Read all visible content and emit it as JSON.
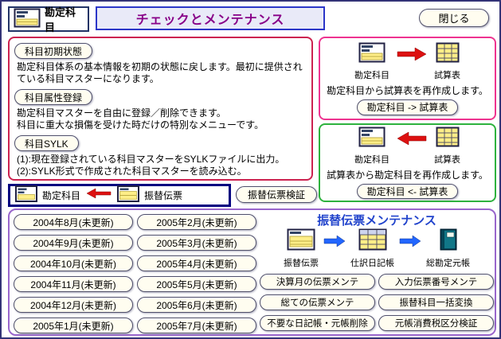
{
  "colors": {
    "accent_red_arrow": "#dd1111",
    "accent_blue_arrow": "#2266ff",
    "panel_crimson": "#cc2250",
    "panel_pink": "#ee3390",
    "panel_green": "#2eb23e",
    "panel_navy": "#000080",
    "panel_purple": "#9966cc",
    "title_text": "#880088",
    "slip_title_text": "#2244cc",
    "button_fill": "#fffdf0"
  },
  "header": {
    "account_box": "勘定科目",
    "title": "チェックとメンテナンス",
    "close": "閉じる"
  },
  "account_maintenance": {
    "sections": [
      {
        "button": "科目初期状態",
        "desc": "勘定科目体系の基本情報を初期の状態に戻します。最初に提供されている科目マスターになります。"
      },
      {
        "button": "科目属性登録",
        "desc": "勘定科目マスターを自由に登録／削除できます。\n科目に重大な損傷を受けた時だけの特別なメニューです。"
      },
      {
        "button": "科目SYLK",
        "desc": "(1):現在登録されている科目マスターをSYLKファイルに出力。\n(2):SYLK形式で作成された科目マスターを読み込む。"
      }
    ]
  },
  "account_to_trial": {
    "source": "勘定科目",
    "target": "試算表",
    "caption": "勘定科目から試算表を再作成します。",
    "button": "勘定科目 -> 試算表"
  },
  "trial_to_account": {
    "source": "勘定科目",
    "target": "試算表",
    "caption": "試算表から勘定科目を再作成します。",
    "button": "勘定科目 <- 試算表"
  },
  "slip_verify": {
    "account": "勘定科目",
    "slip": "振替伝票",
    "button": "振替伝票検証"
  },
  "slip_maintenance": {
    "title": "振替伝票メンテナンス",
    "months_col1": [
      "2004年8月(未更新)",
      "2004年9月(未更新)",
      "2004年10月(未更新)",
      "2004年11月(未更新)",
      "2004年12月(未更新)",
      "2005年1月(未更新)"
    ],
    "months_col2": [
      "2005年2月(未更新)",
      "2005年3月(未更新)",
      "2005年4月(未更新)",
      "2005年5月(未更新)",
      "2005年6月(未更新)",
      "2005年7月(未更新)"
    ],
    "flow": {
      "slip": "振替伝票",
      "journal": "仕訳日記帳",
      "ledger": "総勘定元帳"
    },
    "buttons": [
      "決算月の伝票メンテ",
      "入力伝票番号メンテ",
      "総ての伝票メンテ",
      "振替科目一括変換",
      "不要な日記帳・元帳削除",
      "元帳消費税区分検証"
    ]
  }
}
